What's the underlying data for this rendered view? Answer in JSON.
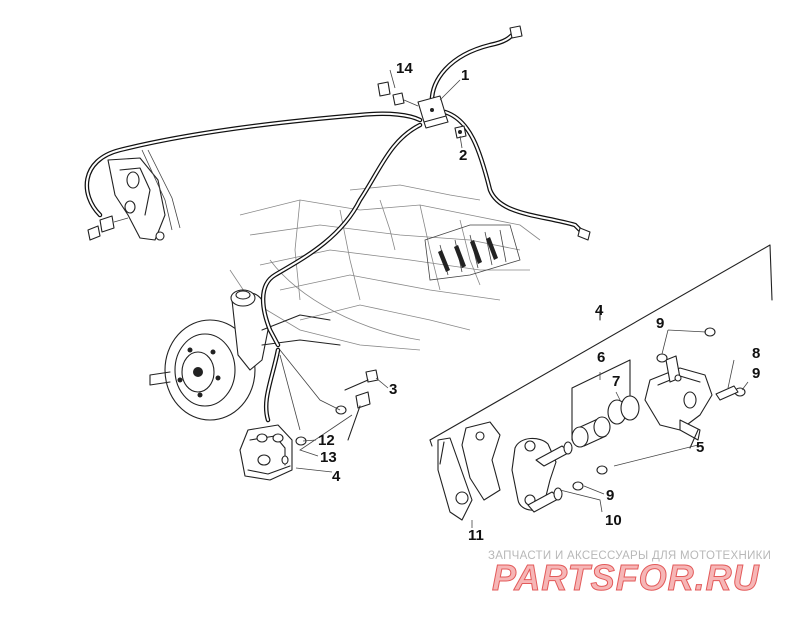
{
  "diagram": {
    "callouts": [
      {
        "id": "c14",
        "label": "14"
      },
      {
        "id": "c1",
        "label": "1"
      },
      {
        "id": "c2",
        "label": "2"
      },
      {
        "id": "c3",
        "label": "3"
      },
      {
        "id": "c12",
        "label": "12"
      },
      {
        "id": "c13",
        "label": "13"
      },
      {
        "id": "c4a",
        "label": "4"
      },
      {
        "id": "c4b",
        "label": "4"
      },
      {
        "id": "c9a",
        "label": "9"
      },
      {
        "id": "c6",
        "label": "6"
      },
      {
        "id": "c7",
        "label": "7"
      },
      {
        "id": "c8",
        "label": "8"
      },
      {
        "id": "c9b",
        "label": "9"
      },
      {
        "id": "c5",
        "label": "5"
      },
      {
        "id": "c9c",
        "label": "9"
      },
      {
        "id": "c10",
        "label": "10"
      },
      {
        "id": "c11",
        "label": "11"
      }
    ]
  },
  "watermark": {
    "tagline": "ЗАПЧАСТИ И АКСЕССУАРЫ ДЛЯ МОТОТЕХНИКИ",
    "logo_text": "PARTSFOR.RU",
    "color_light": "#f6b6b6",
    "color_dark": "#e35a5a"
  }
}
